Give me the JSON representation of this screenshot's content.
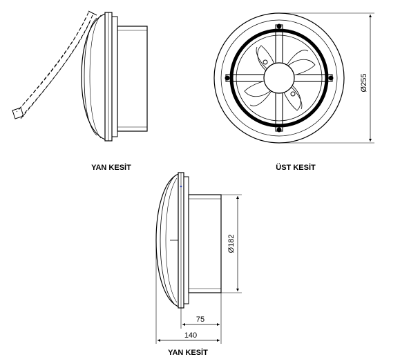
{
  "captions": {
    "side_view_top": "YAN KESİT",
    "top_view": "ÜST KESİT",
    "side_view_bottom": "YAN KESİT"
  },
  "dimensions": {
    "outer_diameter": "Ø255",
    "duct_diameter": "Ø182",
    "duct_length": "75",
    "total_depth": "140"
  }
}
